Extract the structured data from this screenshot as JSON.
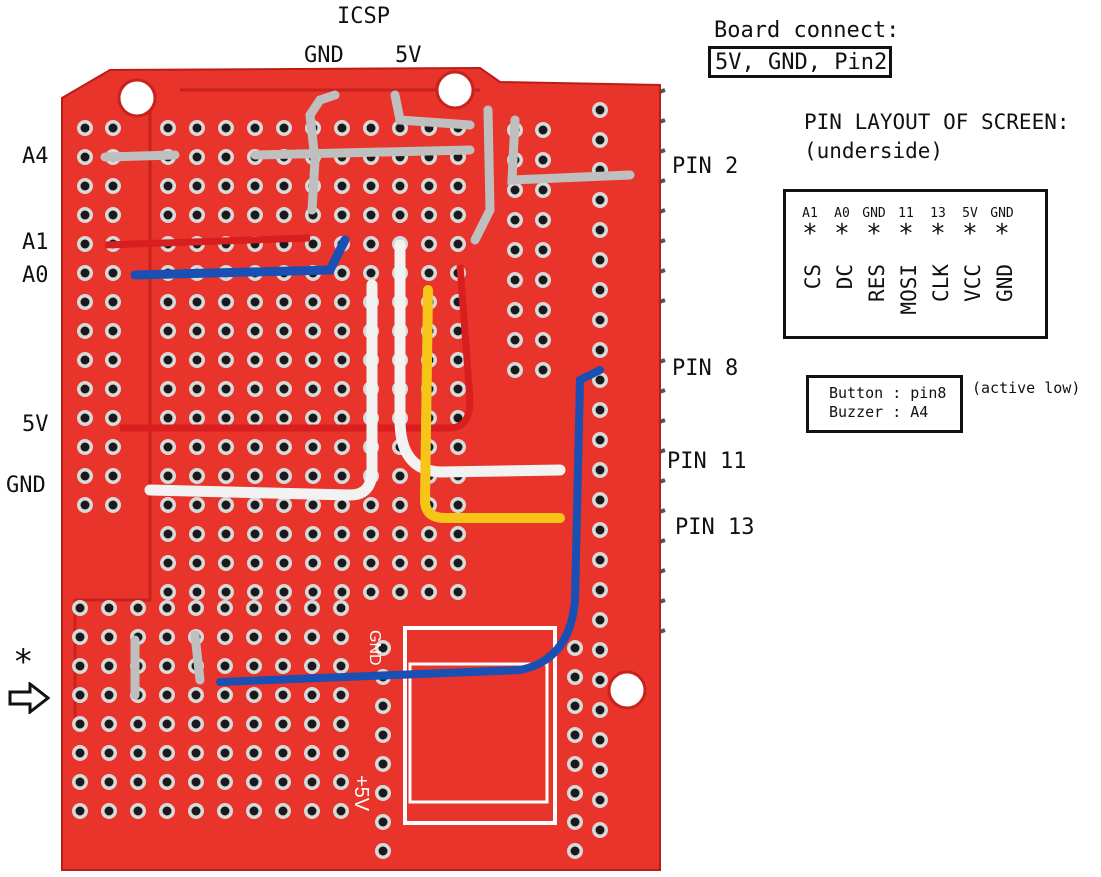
{
  "icsp": {
    "title": "ICSP",
    "gnd": "GND",
    "v5": "5V"
  },
  "board_connect": {
    "heading": "Board connect:",
    "value": "5V, GND, Pin2"
  },
  "screen_layout": {
    "heading_line1": "PIN LAYOUT OF SCREEN:",
    "heading_line2": "(underside)",
    "pins": [
      {
        "num": "A1",
        "name": "CS"
      },
      {
        "num": "A0",
        "name": "DC"
      },
      {
        "num": "GND",
        "name": "RES"
      },
      {
        "num": "11",
        "name": "MOSI"
      },
      {
        "num": "13",
        "name": "CLK"
      },
      {
        "num": "5V",
        "name": "VCC"
      },
      {
        "num": "GND",
        "name": "GND"
      }
    ],
    "star": "*"
  },
  "left_labels": {
    "a4": "A4",
    "a1": "A1",
    "a0": "A0",
    "v5": "5V",
    "gnd": "GND"
  },
  "right_labels": {
    "pin2": "PIN 2",
    "pin8": "PIN 8",
    "pin11": "PIN 11",
    "pin13": "PIN 13"
  },
  "button_box": {
    "line1": "Button : pin8",
    "line2": "Buzzer : A4",
    "note": "(active low)"
  },
  "marker": {
    "star": "*"
  },
  "silkscreen": {
    "gnd": "GND",
    "v5": "+5V"
  },
  "colors": {
    "pcb": "#e8342a",
    "pcb_dark": "#c8221c",
    "hole": "#1a1a1a",
    "pad": "#d9d9d9",
    "wire_blue": "#1a4fb3",
    "wire_white": "#f2f2f2",
    "wire_yellow": "#f5c518",
    "wire_red": "#d81e1e"
  }
}
